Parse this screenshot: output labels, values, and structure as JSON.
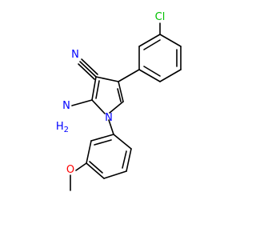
{
  "molecule": {
    "atoms": {
      "chlorine": "Cl",
      "nitrile_nitrogen": "N",
      "amine_hydrogen": "H",
      "amine_subscript": "2",
      "amine_nitrogen": "N",
      "ring_nitrogen": "N",
      "methoxy_oxygen": "O"
    },
    "colors": {
      "bond": "#000000",
      "carbon_text": "#000000",
      "nitrogen": "#0000ff",
      "oxygen": "#ff0000",
      "chlorine": "#00c000"
    }
  }
}
